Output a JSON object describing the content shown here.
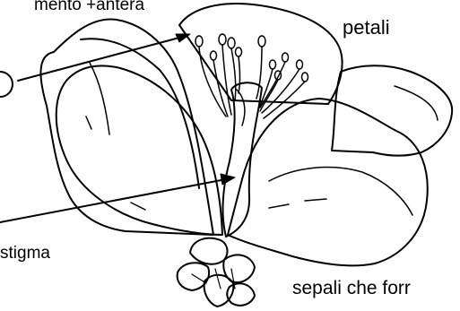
{
  "labels": {
    "filament_anther": "mento +antera",
    "petals": "petali",
    "stigma": "stigma",
    "sepals": "sepali che forr"
  },
  "colors": {
    "line": "#000000",
    "background": "#ffffff"
  }
}
